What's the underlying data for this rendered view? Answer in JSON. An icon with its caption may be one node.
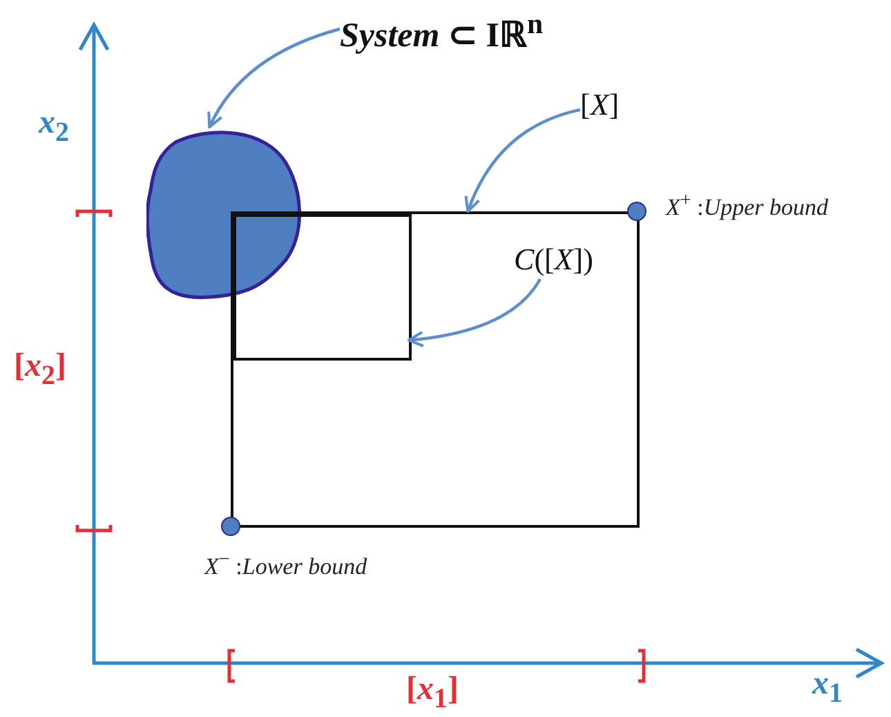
{
  "diagram": {
    "nodes": [
      {
        "text": [
          "*System* ⊂ Iℝ$^{n}$"
        ]
      },
      {
        "text": [],
        "shape": "blob"
      },
      {
        "text": [
          "[*X*]"
        ]
      },
      {
        "text": [],
        "shape": "box"
      },
      {
        "text": [
          "*C*([*X*])"
        ],
        "in": 3
      },
      {
        "text": [],
        "shape": "box",
        "in": 3
      },
      {
        "text": [],
        "shape": "circle",
        "beside": [
          "*X*$^{+}$ :*Upper bound*"
        ]
      },
      {
        "text": [],
        "shape": "circle",
        "beside": [
          "*X*$^{−}$ :*Lower bound*"
        ]
      }
    ],
    "edges": [
      {
        "from": 0,
        "to": 1,
        "arrow": "to",
        "color": "#5b8fcc"
      },
      {
        "from": 2,
        "to": 3,
        "arrow": "to",
        "color": "#5b8fcc"
      },
      {
        "from": 4,
        "to": 5,
        "arrow": "to",
        "color": "#5b8fcc"
      }
    ],
    "labels": [
      "*x*$_{2}$",
      "[*x*$_{2}$]",
      "[*x*$_{1}$]",
      "*x*$_{1}$"
    ]
  }
}
